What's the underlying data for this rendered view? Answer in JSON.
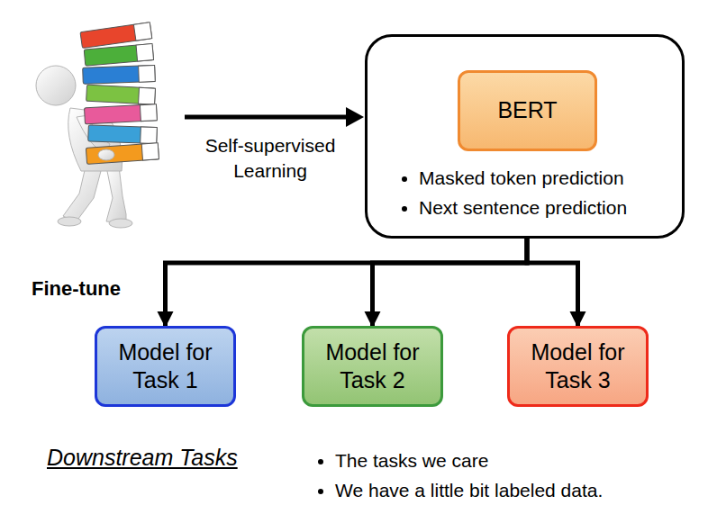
{
  "diagram": {
    "nodes": [
      {
        "text": [
          "Masked token prediction",
          "Next sentence prediction"
        ]
      },
      {
        "text": [
          "BERT"
        ],
        "in": 0
      },
      {
        "text": [
          "Model for Task 1"
        ]
      },
      {
        "text": [
          "Model for Task 2"
        ]
      },
      {
        "text": [
          "Model for Task 3"
        ]
      }
    ],
    "edges": [
      {
        "from": 0,
        "to": 2,
        "arrow": "to"
      },
      {
        "from": 0,
        "to": 3,
        "arrow": "to"
      },
      {
        "from": 0,
        "to": 4,
        "arrow": "to"
      }
    ],
    "labels": [
      "Self-supervised Learning",
      "Fine-tune",
      "Downstream Tasks",
      "The tasks we care",
      "We have a little bit labeled data."
    ]
  }
}
